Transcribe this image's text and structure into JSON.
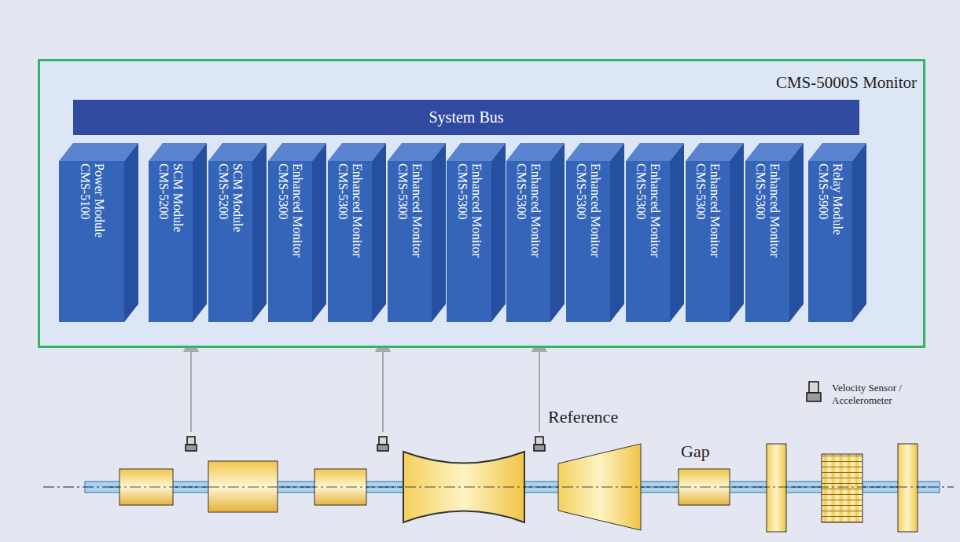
{
  "diagram": {
    "nodes": [
      {
        "text": [
          "CMS-5000S Monitor"
        ]
      },
      {
        "text": [
          "System Bus"
        ],
        "in": 0
      },
      {
        "text": [
          "CMS-5100",
          "Power Module"
        ],
        "in": 0
      },
      {
        "text": [
          "CMS-5200",
          "SCM Module"
        ],
        "in": 0
      },
      {
        "text": [
          "CMS-5200",
          "SCM Module"
        ],
        "in": 0
      },
      {
        "text": [
          "CMS-5300",
          "Enhanced Monitor"
        ],
        "in": 0
      },
      {
        "text": [
          "CMS-5300",
          "Enhanced Monitor"
        ],
        "in": 0
      },
      {
        "text": [
          "CMS-5300",
          "Enhanced Monitor"
        ],
        "in": 0
      },
      {
        "text": [
          "CMS-5300",
          "Enhanced Monitor"
        ],
        "in": 0
      },
      {
        "text": [
          "CMS-5300",
          "Enhanced Monitor"
        ],
        "in": 0
      },
      {
        "text": [
          "CMS-5300",
          "Enhanced Monitor"
        ],
        "in": 0
      },
      {
        "text": [
          "CMS-5300",
          "Enhanced Monitor"
        ],
        "in": 0
      },
      {
        "text": [
          "CMS-5300",
          "Enhanced Monitor"
        ],
        "in": 0
      },
      {
        "text": [
          "CMS-5300",
          "Enhanced Monitor"
        ],
        "in": 0
      },
      {
        "text": [
          "CMS-5900",
          "Relay Module"
        ],
        "in": 0
      }
    ],
    "labels": [
      "Reference",
      "Gap"
    ],
    "legend": [
      {
        "text": "Velocity Sensor / Accelerometer"
      }
    ]
  }
}
